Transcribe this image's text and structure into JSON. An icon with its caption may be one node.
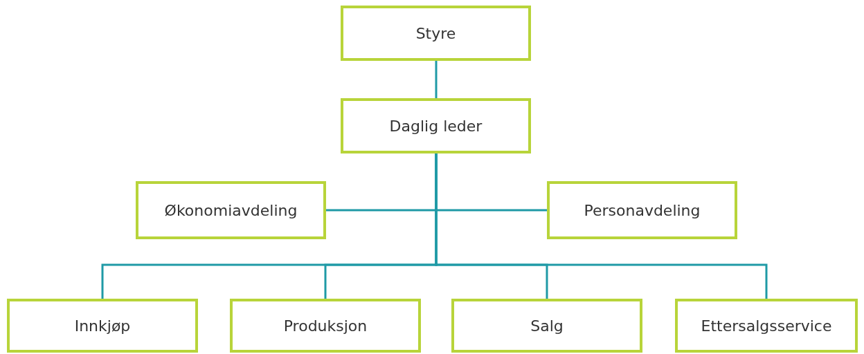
{
  "diagram": {
    "nodes": [
      {
        "text": [
          "Styre"
        ]
      },
      {
        "text": [
          "Daglig leder"
        ]
      },
      {
        "text": [
          "Økonomiavdeling"
        ]
      },
      {
        "text": [
          "Personavdeling"
        ]
      },
      {
        "text": [
          "Innkjøp"
        ]
      },
      {
        "text": [
          "Produksjon"
        ]
      },
      {
        "text": [
          "Salg"
        ]
      },
      {
        "text": [
          "Ettersalgsservice"
        ]
      }
    ],
    "edges": [
      {
        "from": 0,
        "to": 1,
        "arrow": "none"
      },
      {
        "from": 1,
        "to": 2,
        "arrow": "none"
      },
      {
        "from": 1,
        "to": 3,
        "arrow": "none"
      },
      {
        "from": 1,
        "to": 4,
        "arrow": "none"
      },
      {
        "from": 1,
        "to": 5,
        "arrow": "none"
      },
      {
        "from": 1,
        "to": 6,
        "arrow": "none"
      },
      {
        "from": 1,
        "to": 7,
        "arrow": "none"
      }
    ]
  }
}
